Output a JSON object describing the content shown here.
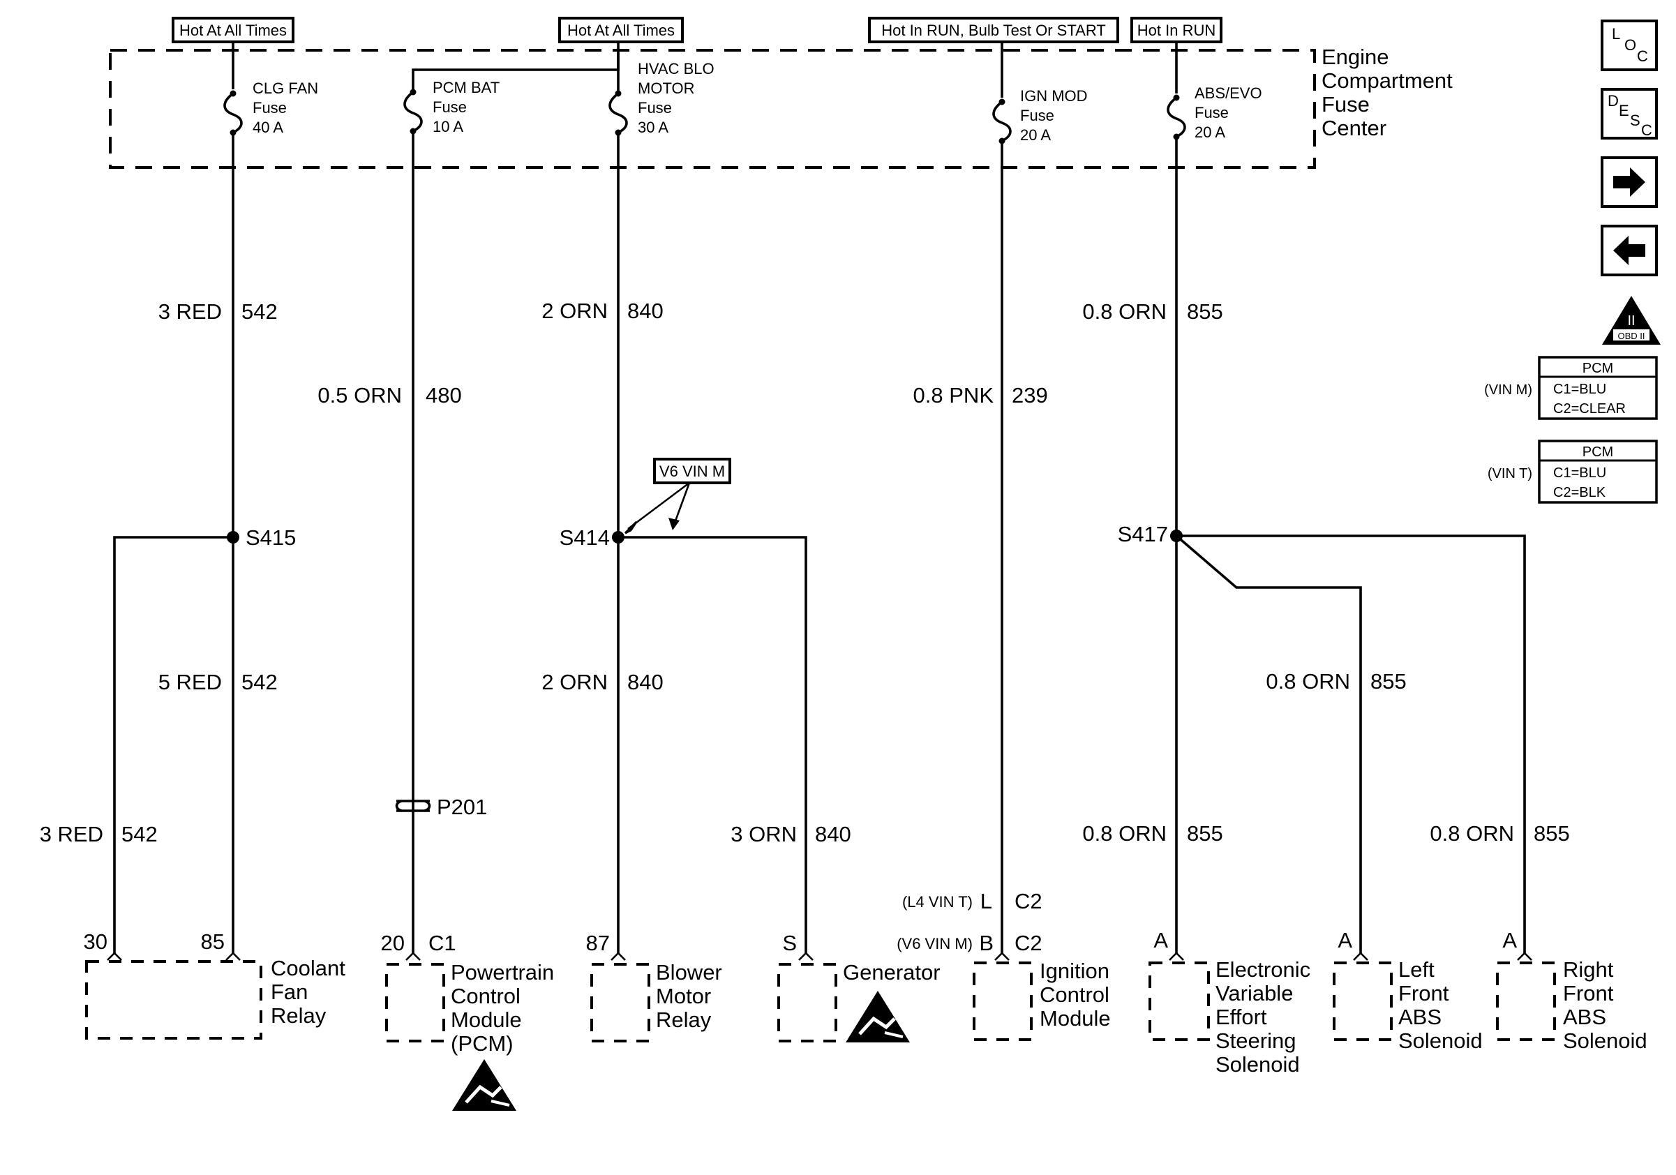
{
  "power_tags": {
    "hot_at_all_times_1": "Hot At All Times",
    "hot_at_all_times_2": "Hot At All Times",
    "hot_in_run_bulb_test_start": "Hot In RUN, Bulb Test Or START",
    "hot_in_run": "Hot In RUN"
  },
  "fuse_center": {
    "label_line1": "Engine",
    "label_line2": "Compartment",
    "label_line3": "Fuse",
    "label_line4": "Center",
    "fuses": [
      {
        "name": "CLG FAN",
        "word": "Fuse",
        "rating": "40 A"
      },
      {
        "name": "PCM BAT",
        "word": "Fuse",
        "rating": "10 A"
      },
      {
        "name_line1": "HVAC BLO",
        "name_line2": "MOTOR",
        "word": "Fuse",
        "rating": "30 A"
      },
      {
        "name": "IGN MOD",
        "word": "Fuse",
        "rating": "20 A"
      },
      {
        "name": "ABS/EVO",
        "word": "Fuse",
        "rating": "20 A"
      }
    ]
  },
  "wires": [
    {
      "size_color": "3 RED",
      "circuit": "542"
    },
    {
      "size_color": "2 ORN",
      "circuit": "840"
    },
    {
      "size_color": "0.8 ORN",
      "circuit": "855"
    },
    {
      "size_color": "0.5 ORN",
      "circuit": "480"
    },
    {
      "size_color": "0.8 PNK",
      "circuit": "239"
    },
    {
      "size_color": "5 RED",
      "circuit": "542"
    },
    {
      "size_color": "2 ORN",
      "circuit": "840"
    },
    {
      "size_color": "0.8 ORN",
      "circuit": "855"
    },
    {
      "size_color": "3 RED",
      "circuit": "542"
    },
    {
      "size_color": "3 ORN",
      "circuit": "840"
    },
    {
      "size_color": "0.8 ORN",
      "circuit": "855"
    },
    {
      "size_color": "0.8 ORN",
      "circuit": "855"
    }
  ],
  "splices": {
    "s415": "S415",
    "s414": "S414",
    "s417": "S417"
  },
  "v6_vin_m_callout": "V6 VIN M",
  "inline_connector": "P201",
  "pins": {
    "relay_30": "30",
    "relay_85": "85",
    "pcm_20": "20",
    "pcm_c1": "C1",
    "blower_87": "87",
    "gen_s": "S",
    "icm_l4": "(L4 VIN T)",
    "icm_l": "L",
    "icm_c2a": "C2",
    "icm_v6": "(V6 VIN M)",
    "icm_b": "B",
    "icm_c2b": "C2",
    "evo_a": "A",
    "lf_a": "A",
    "rf_a": "A"
  },
  "components": {
    "coolant_fan_relay": [
      "Coolant",
      "Fan",
      "Relay"
    ],
    "pcm": [
      "Powertrain",
      "Control",
      "Module",
      "(PCM)"
    ],
    "blower_motor_relay": [
      "Blower",
      "Motor",
      "Relay"
    ],
    "generator": [
      "Generator"
    ],
    "ignition_control_module": [
      "Ignition",
      "Control",
      "Module"
    ],
    "evo_solenoid": [
      "Electronic",
      "Variable",
      "Effort",
      "Steering",
      "Solenoid"
    ],
    "lf_abs_solenoid": [
      "Left",
      "Front",
      "ABS",
      "Solenoid"
    ],
    "rf_abs_solenoid": [
      "Right",
      "Front",
      "ABS",
      "Solenoid"
    ]
  },
  "side_panel": {
    "loc_letters": [
      "L",
      "O",
      "C"
    ],
    "desc_letters": [
      "D",
      "E",
      "S",
      "C"
    ],
    "obd_ii": "OBD II",
    "obd_numeral": "II",
    "pcm_table_1": {
      "variant": "(VIN M)",
      "header": "PCM",
      "c1": "C1=BLU",
      "c2": "C2=CLEAR"
    },
    "pcm_table_2": {
      "variant": "(VIN T)",
      "header": "PCM",
      "c1": "C1=BLU",
      "c2": "C2=BLK"
    }
  },
  "icons": {
    "esd": "esd-sensitive-icon",
    "forward": "arrow-right-icon",
    "back": "arrow-left-icon",
    "obd": "obd-ii-icon"
  }
}
